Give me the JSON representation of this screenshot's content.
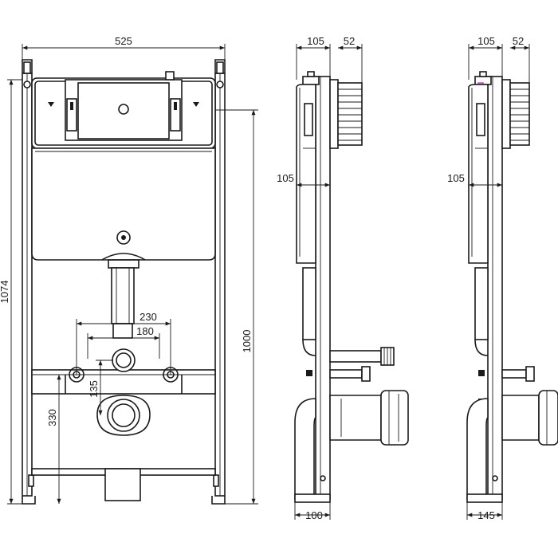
{
  "front_view": {
    "width_label": "525",
    "total_height_label": "1074",
    "cistern_height_label": "1000",
    "pipe_spacing_outer_label": "230",
    "pipe_spacing_inner_label": "180",
    "outlet_offset_label": "135",
    "outlet_height_label": "330"
  },
  "side_view_a": {
    "frame_depth_label": "105",
    "flush_depth_label": "52",
    "cistern_depth_label": "105",
    "base_depth_label": "100"
  },
  "side_view_b": {
    "frame_depth_label": "105",
    "flush_depth_label": "52",
    "cistern_depth_label": "105",
    "base_depth_label": "145"
  },
  "accent_color": "#cc33cc"
}
